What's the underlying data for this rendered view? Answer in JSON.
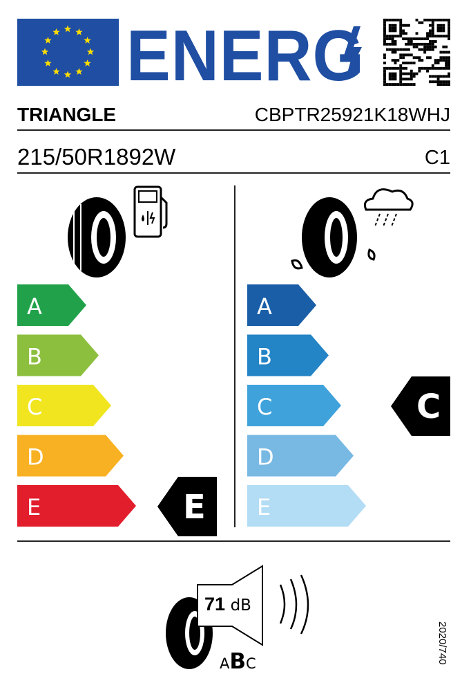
{
  "header": {
    "energy_word": "ENERG",
    "brand": "TRIANGLE",
    "model_code": "CBPTR25921K18WHJ",
    "tyre_size": "215/50R1892W",
    "tyre_class": "C1"
  },
  "icons": {
    "flag": "eu-flag-icon",
    "qr": "qr-code-icon",
    "fuel": "fuel-pump-icon",
    "wet": "rain-cloud-icon",
    "noise": "speaker-icon"
  },
  "fuel_efficiency": {
    "classes": [
      "A",
      "B",
      "C",
      "D",
      "E"
    ],
    "colors": [
      "#21a24a",
      "#8dbf3f",
      "#f0e51f",
      "#f8b122",
      "#e21d2c"
    ],
    "rating": "E"
  },
  "wet_grip": {
    "classes": [
      "A",
      "B",
      "C",
      "D",
      "E"
    ],
    "colors": [
      "#1a5ea8",
      "#2384c6",
      "#3fa2db",
      "#78b9e4",
      "#b3dcf5"
    ],
    "rating": "C"
  },
  "noise": {
    "value": "71",
    "unit": "dB",
    "classes": [
      "A",
      "B",
      "C"
    ],
    "rating": "B"
  },
  "regulation": "2020/740"
}
